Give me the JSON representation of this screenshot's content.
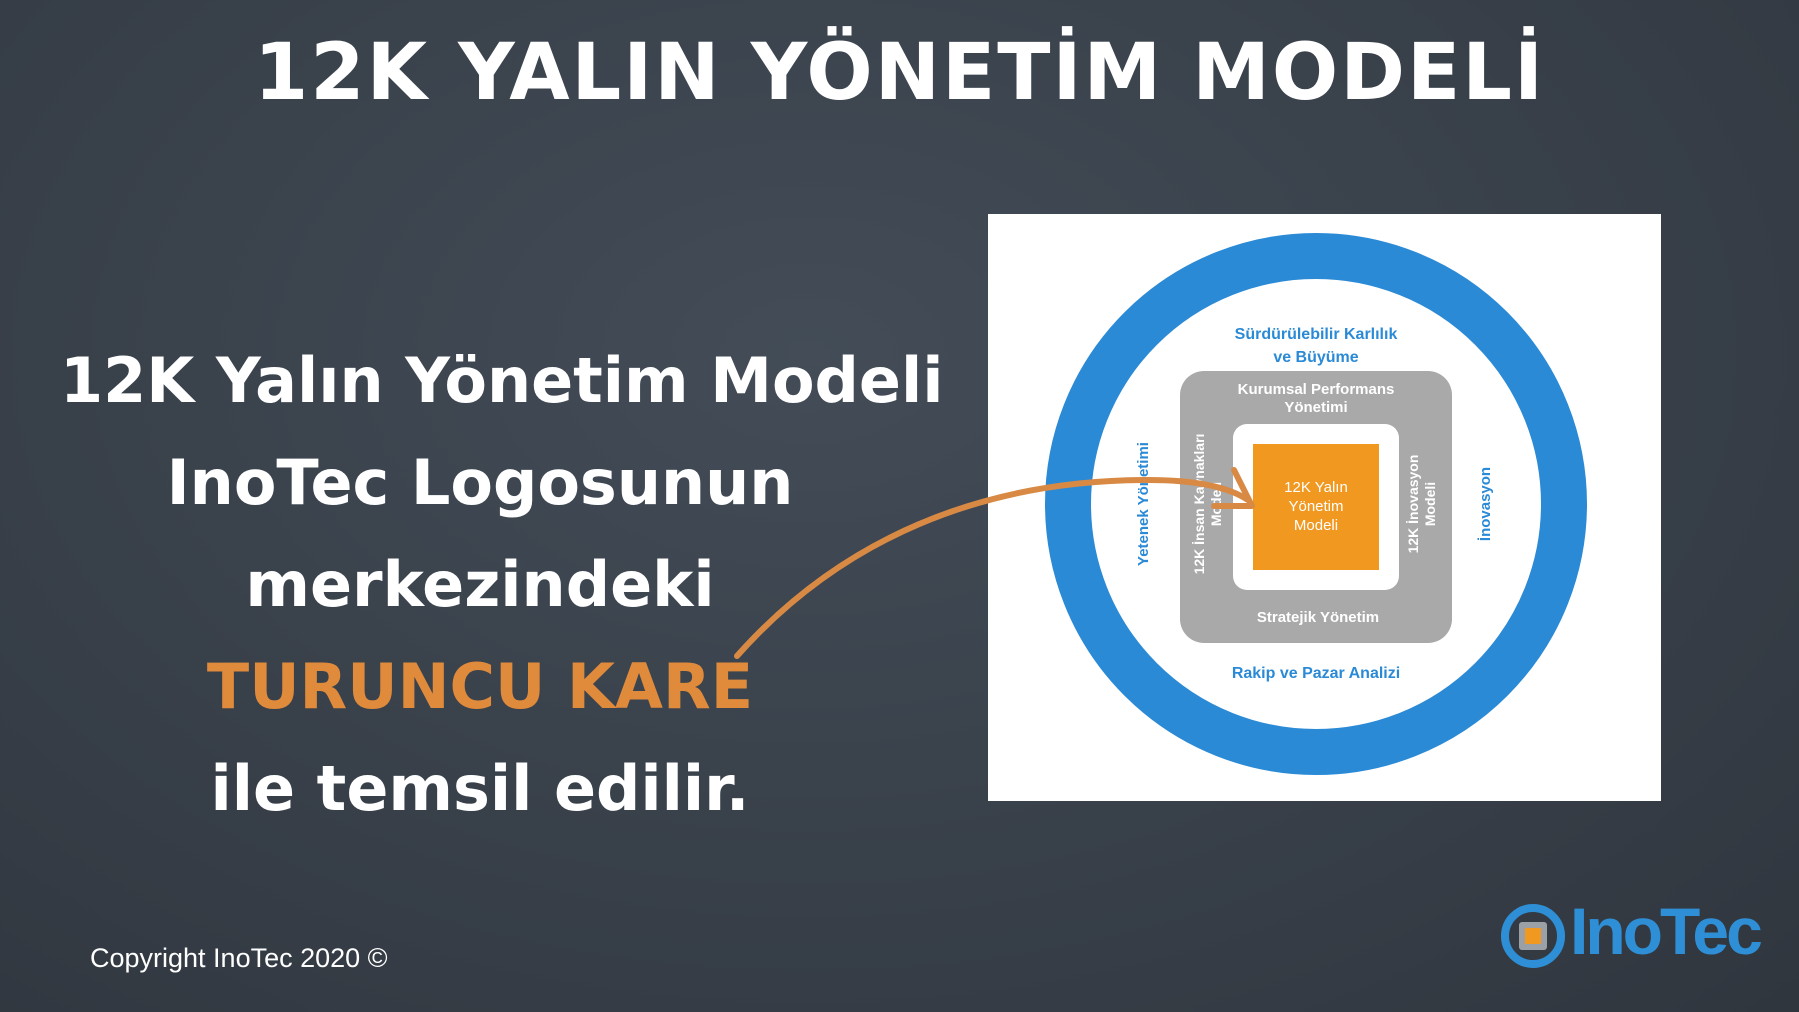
{
  "slide": {
    "title": "12K  YALIN YÖNETİM MODELİ",
    "text_lines": [
      "12K Yalın Yönetim Modeli",
      "InoTec Logosunun",
      "merkezindeki",
      "TURUNCU KARE",
      "ile temsil edilir."
    ],
    "highlight_color": "#e08a3c",
    "copyright": "Copyright  InoTec 2020 ©"
  },
  "diagram": {
    "outer_top": "Sürdürülebilir Karlılık",
    "outer_top2": "ve Büyüme",
    "outer_bottom": "Rakip ve Pazar Analizi",
    "outer_left": "Yetenek Yönetimi",
    "outer_right": "İnovasyon",
    "middle_top": "Kurumsal Performans",
    "middle_top2": "Yönetimi",
    "middle_bottom": "Stratejik Yönetim",
    "middle_left": "12K İnsan Kaynakları",
    "middle_left2": "Modeli",
    "middle_right": "12K İnovasyon",
    "middle_right2": "Modeli",
    "center_line1": "12K Yalın",
    "center_line2": "Yönetim",
    "center_line3": "Modeli",
    "colors": {
      "ring": "#2b8ad6",
      "gray": "#a9a9a9",
      "orange": "#f0981f"
    }
  },
  "logo": {
    "text": "InoTec",
    "icon": "inotec-logo-icon"
  }
}
